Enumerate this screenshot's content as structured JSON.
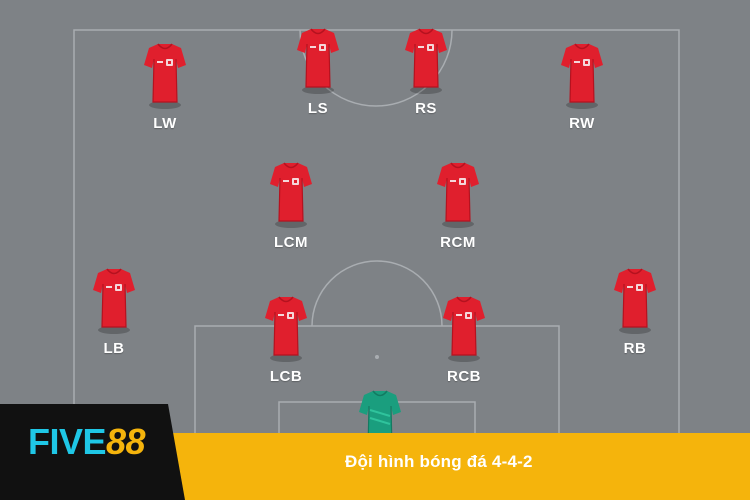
{
  "formation": {
    "players": [
      {
        "position": "LW",
        "kit": "outfield"
      },
      {
        "position": "LS",
        "kit": "outfield"
      },
      {
        "position": "RS",
        "kit": "outfield"
      },
      {
        "position": "RW",
        "kit": "outfield"
      },
      {
        "position": "LCM",
        "kit": "outfield"
      },
      {
        "position": "RCM",
        "kit": "outfield"
      },
      {
        "position": "LB",
        "kit": "outfield"
      },
      {
        "position": "LCB",
        "kit": "outfield"
      },
      {
        "position": "RCB",
        "kit": "outfield"
      },
      {
        "position": "RB",
        "kit": "outfield"
      },
      {
        "position": "",
        "kit": "goalkeeper"
      }
    ]
  },
  "colors": {
    "pitch": "#7e8286",
    "kit_outfield": "#e01f2d",
    "kit_goalkeeper": "#1a9e7e",
    "banner": "#f5b40c",
    "logo_bg": "#111111",
    "logo_five": "#1fc7e6",
    "logo_88": "#f5b40c"
  },
  "logo": {
    "five": "FIVE",
    "eighty_eight": "88"
  },
  "caption": "Đội hình bóng đá 4-4-2"
}
